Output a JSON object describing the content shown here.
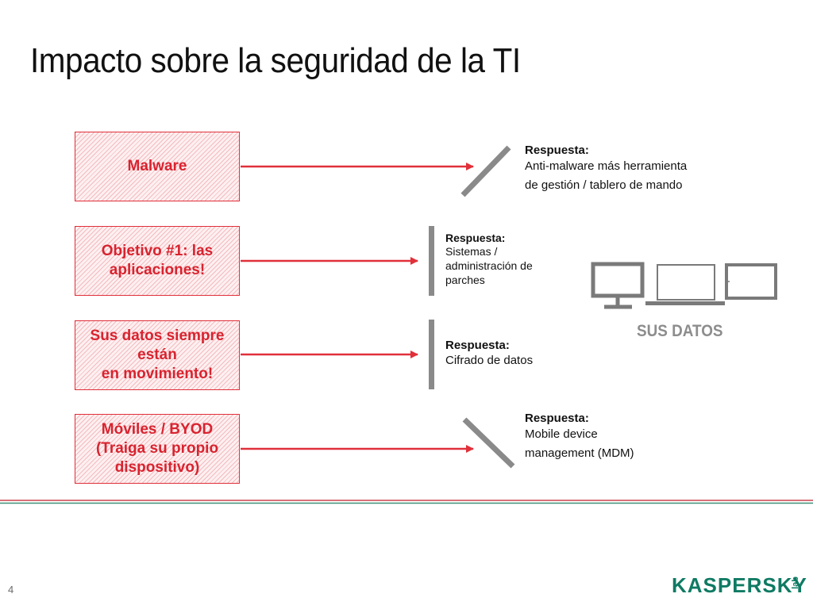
{
  "slide": {
    "title": "Impacto sobre la seguridad de la TI",
    "page_number": "4"
  },
  "threats": [
    {
      "label": "Malware"
    },
    {
      "label": "Objetivo #1: las\naplicaciones!"
    },
    {
      "label": "Sus datos siempre\nestán\nen movimiento!"
    },
    {
      "label": "Móviles / BYOD\n(Traiga su propio\ndispositivo)"
    }
  ],
  "responses": [
    {
      "heading": "Respuesta:",
      "body": "Anti-malware más herramienta\nde gestión / tablero de mando"
    },
    {
      "heading": "Respuesta:",
      "body": "Sistemas /\nadministración de\nparches"
    },
    {
      "heading": "Respuesta:",
      "body": "Cifrado de datos"
    },
    {
      "heading": "Respuesta:",
      "body": "Mobile device\nmanagement (MDM)"
    }
  ],
  "devices": {
    "label": "SUS DATOS",
    "icons": [
      "desktop-monitor-icon",
      "laptop-icon",
      "tablet-icon"
    ]
  },
  "brand": {
    "name": "KASPERSKY",
    "suffix": "lab"
  },
  "colors": {
    "accent_red": "#e0303a",
    "barrier_gray": "#8a8a8a",
    "brand_green": "#0f7a63"
  }
}
